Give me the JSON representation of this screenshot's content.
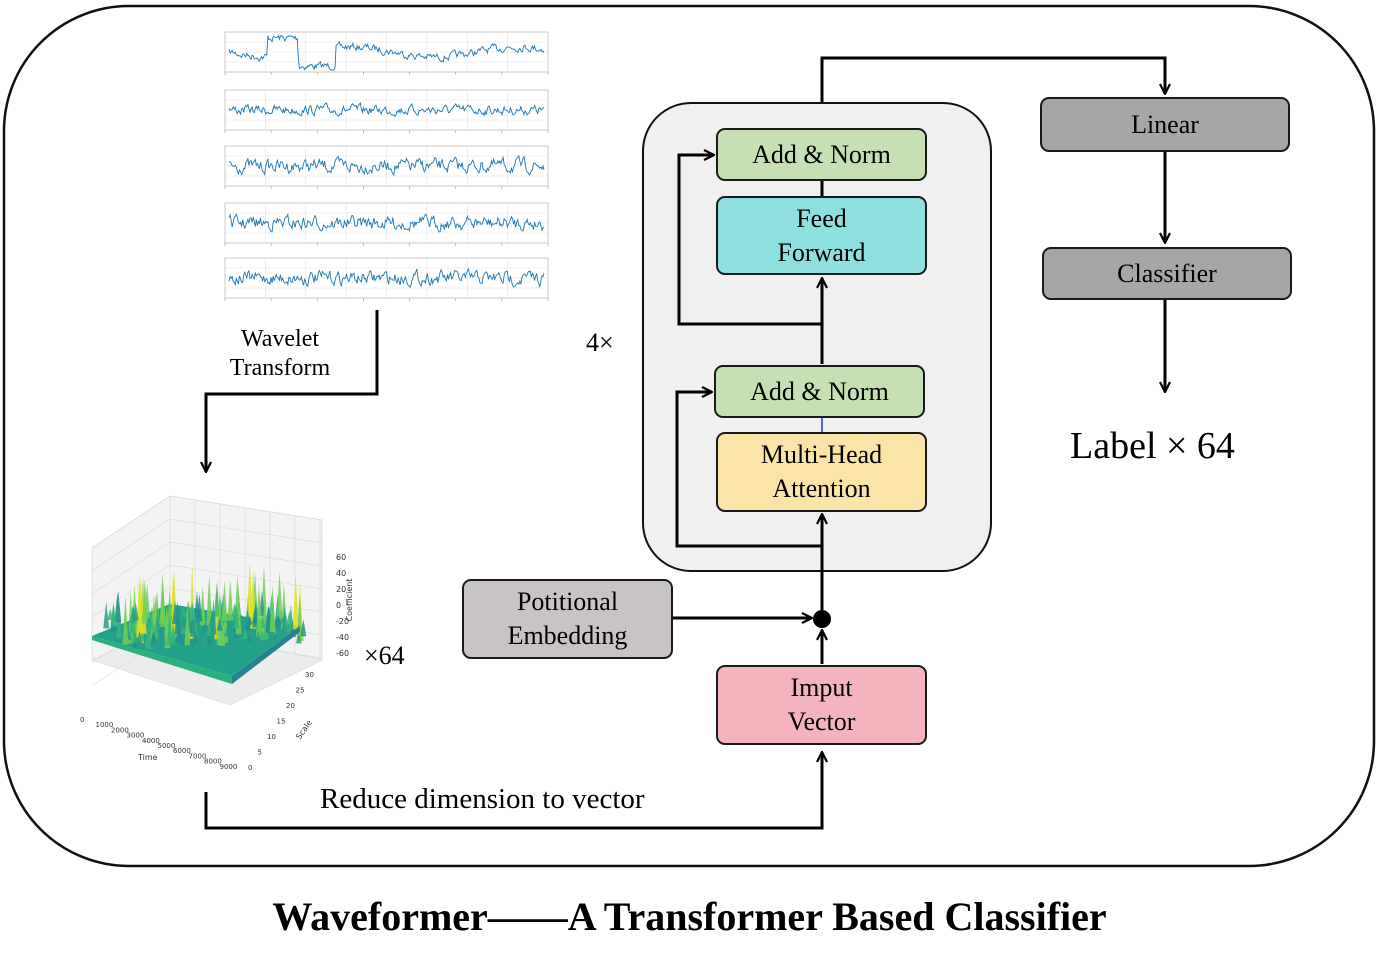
{
  "title": "Waveformer——A Transformer Based Classifier",
  "input_processing": {
    "transform_label": [
      "Wavelet",
      "Transform"
    ],
    "multiplier": "×64",
    "reduce_label": "Reduce dimension to vector"
  },
  "encoder": {
    "repeat": "4×",
    "add_norm_top": "Add & Norm",
    "feed_forward": [
      "Feed",
      "Forward"
    ],
    "add_norm_bottom": "Add & Norm",
    "attention": [
      "Multi-Head",
      "Attention"
    ]
  },
  "positional_embedding": [
    "Potitional",
    "Embedding"
  ],
  "input_vector": [
    "Imput",
    "Vector"
  ],
  "head": {
    "linear": "Linear",
    "classifier": "Classifier",
    "output": "Label × 64"
  },
  "colors": {
    "add_norm": "#c6e0b4",
    "feed_forward": "#8ee0e0",
    "attention": "#fbe4a8",
    "input_vector": "#f4b4bd",
    "grey_box": "#c8c4c4",
    "head_box": "#a6a6a6",
    "encoder_panel": "#f0f0f0",
    "signal_line": "#1f77b4"
  },
  "plots": {
    "wavelet_signals": {
      "panels": 5,
      "line_color": "#1f77b4"
    },
    "surface_3d": {
      "z_ticks": [
        "60",
        "40",
        "20",
        "0",
        "-20",
        "-40",
        "-60"
      ],
      "z_label": "Coefficient",
      "time_ticks": [
        "0",
        "1000",
        "2000",
        "3000",
        "4000",
        "5000",
        "6000",
        "7000",
        "8000",
        "9000"
      ],
      "time_label": "Time",
      "scale_ticks": [
        "0",
        "5",
        "10",
        "15",
        "20",
        "25",
        "30"
      ],
      "scale_label": "Scale"
    }
  }
}
